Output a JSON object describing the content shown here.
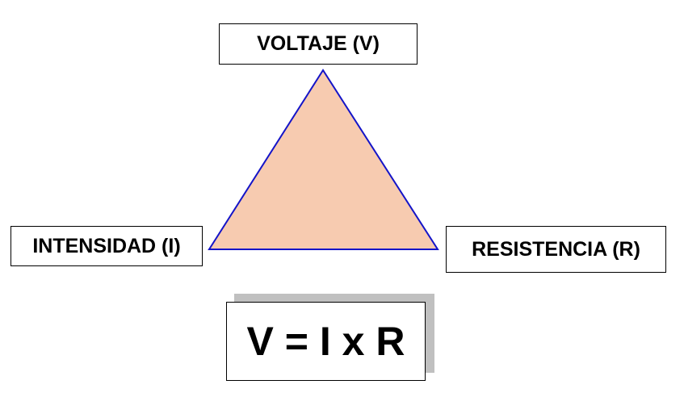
{
  "labels": {
    "voltage": "VOLTAJE (V)",
    "current": "INTENSIDAD (I)",
    "resistance": "RESISTENCIA (R)"
  },
  "formula": "V = I x R",
  "colors": {
    "triangle_fill": "#F7CBB0",
    "triangle_stroke": "#1414C8",
    "shadow": "#C0C0C0"
  }
}
